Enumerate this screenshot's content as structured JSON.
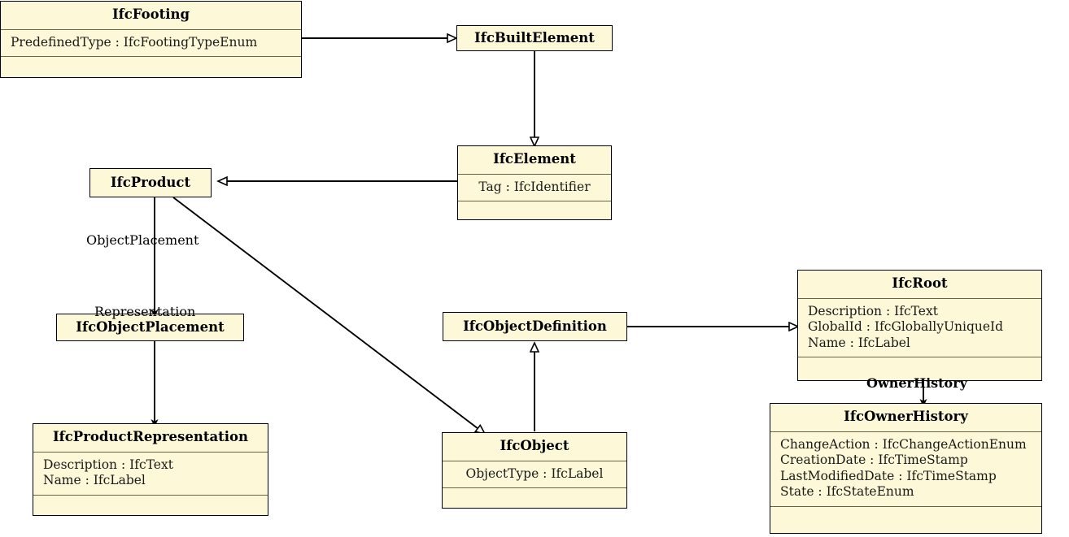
{
  "diagram": {
    "type": "uml-class-diagram",
    "title": "IFC Footing class hierarchy",
    "style": {
      "class_fill": "#fcf8d8",
      "class_border": "#000000",
      "compartment_divider": "#6b6344",
      "edge_color": "#000000",
      "background": "#ffffff"
    },
    "classes": [
      {
        "id": "IfcFooting",
        "name": "IfcFooting",
        "attributes": [
          "PredefinedType : IfcFootingTypeEnum"
        ],
        "has_operations_compartment": true
      },
      {
        "id": "IfcBuiltElement",
        "name": "IfcBuiltElement",
        "attributes": [],
        "has_operations_compartment": false
      },
      {
        "id": "IfcElement",
        "name": "IfcElement",
        "attributes": [
          "Tag : IfcIdentifier"
        ],
        "has_operations_compartment": true
      },
      {
        "id": "IfcProduct",
        "name": "IfcProduct",
        "attributes": [],
        "has_operations_compartment": false
      },
      {
        "id": "IfcObjectPlacement",
        "name": "IfcObjectPlacement",
        "attributes": [],
        "has_operations_compartment": false
      },
      {
        "id": "IfcProductRepresentation",
        "name": "IfcProductRepresentation",
        "attributes": [
          "Description : IfcText",
          "Name : IfcLabel"
        ],
        "has_operations_compartment": true
      },
      {
        "id": "IfcObjectDefinition",
        "name": "IfcObjectDefinition",
        "attributes": [],
        "has_operations_compartment": false
      },
      {
        "id": "IfcObject",
        "name": "IfcObject",
        "attributes": [
          "ObjectType : IfcLabel"
        ],
        "has_operations_compartment": true
      },
      {
        "id": "IfcRoot",
        "name": "IfcRoot",
        "attributes": [
          "Description : IfcText",
          "GlobalId : IfcGloballyUniqueId",
          "Name : IfcLabel"
        ],
        "has_operations_compartment": true
      },
      {
        "id": "IfcOwnerHistory",
        "name": "IfcOwnerHistory",
        "attributes": [
          "ChangeAction : IfcChangeActionEnum",
          "CreationDate : IfcTimeStamp",
          "LastModifiedDate : IfcTimeStamp",
          "State : IfcStateEnum"
        ],
        "has_operations_compartment": true
      }
    ],
    "edges": [
      {
        "from": "IfcFooting",
        "to": "IfcBuiltElement",
        "kind": "generalization",
        "label": ""
      },
      {
        "from": "IfcBuiltElement",
        "to": "IfcElement",
        "kind": "generalization",
        "label": ""
      },
      {
        "from": "IfcElement",
        "to": "IfcProduct",
        "kind": "generalization",
        "label": ""
      },
      {
        "from": "IfcProduct",
        "to": "IfcObject",
        "kind": "generalization",
        "label": ""
      },
      {
        "from": "IfcProduct",
        "to": "IfcObjectPlacement",
        "kind": "association",
        "label": "ObjectPlacement"
      },
      {
        "from": "IfcObjectPlacement",
        "to": "IfcProductRepresentation",
        "kind": "association",
        "label": "Representation"
      },
      {
        "from": "IfcObject",
        "to": "IfcObjectDefinition",
        "kind": "generalization",
        "label": ""
      },
      {
        "from": "IfcObjectDefinition",
        "to": "IfcRoot",
        "kind": "generalization",
        "label": ""
      },
      {
        "from": "IfcRoot",
        "to": "IfcOwnerHistory",
        "kind": "association",
        "label": "OwnerHistory"
      }
    ],
    "edge_labels": {
      "object_placement": "ObjectPlacement",
      "representation": "Representation",
      "owner_history": "OwnerHistory"
    }
  }
}
